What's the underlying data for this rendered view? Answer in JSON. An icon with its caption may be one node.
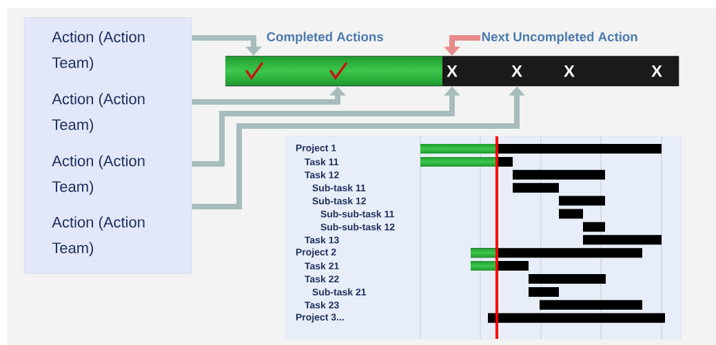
{
  "diagram": {
    "nodes": [
      {
        "text": [],
        "shape": "box"
      },
      {
        "text": [
          "Action (Action Team)"
        ],
        "in": 0
      },
      {
        "text": [
          "Action (Action Team)"
        ],
        "in": 0
      },
      {
        "text": [
          "Action (Action Team)"
        ],
        "in": 0
      },
      {
        "text": [
          "Action (Action Team)"
        ],
        "in": 0
      },
      {
        "text": [],
        "shape": "bar"
      },
      {
        "text": [],
        "shape": "checkmark",
        "in": 5
      },
      {
        "text": [],
        "shape": "checkmark",
        "in": 5
      },
      {
        "text": [
          "X"
        ],
        "in": 5
      },
      {
        "text": [
          "X"
        ],
        "in": 5
      },
      {
        "text": [
          "X"
        ],
        "in": 5
      },
      {
        "text": [
          "X"
        ],
        "in": 5
      },
      {
        "text": [
          "Next Uncompleted Action"
        ]
      }
    ],
    "edges": [
      {
        "from": 1,
        "to": 6,
        "arrow": "to"
      },
      {
        "from": 2,
        "to": 7,
        "arrow": "to"
      },
      {
        "from": 3,
        "to": 8,
        "arrow": "to"
      },
      {
        "from": 4,
        "to": 9,
        "arrow": "to"
      },
      {
        "from": 12,
        "to": 8,
        "arrow": "to",
        "color": "#e88a8a"
      }
    ],
    "labels": [
      "Completed Actions",
      "Project 1",
      "Task 11",
      "Task 12",
      "Sub-task 11",
      "Sub-task 12",
      "Sub-sub-task 11",
      "Sub-sub-task 12",
      "Task 13",
      "Project 2",
      "Task 21",
      "Task 22",
      "Sub-task 21",
      "Task 23",
      "Project 3..."
    ]
  }
}
